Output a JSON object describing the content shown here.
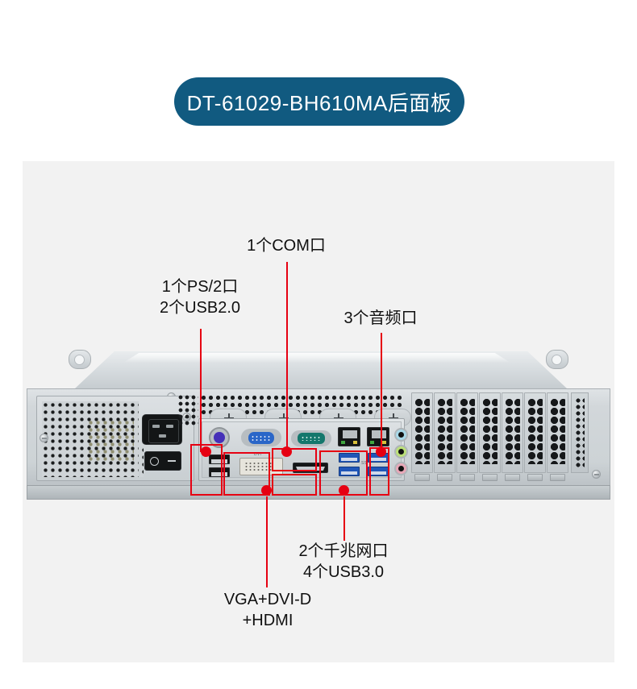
{
  "header": {
    "title": "DT-61029-BH610MA后面板",
    "badge_color": "#115a80",
    "text_color": "#ffffff"
  },
  "panel": {
    "background_color": "#f2f2f2"
  },
  "callouts": {
    "accent_color": "#e60012",
    "items": [
      {
        "id": "com",
        "lines": [
          "1个COM口"
        ],
        "target": "serial-com-port"
      },
      {
        "id": "ps2usb",
        "lines": [
          "1个PS/2口",
          "2个USB2.0"
        ],
        "target": "ps2-and-usb2-group"
      },
      {
        "id": "audio",
        "lines": [
          "3个音频口"
        ],
        "target": "audio-jack-group"
      },
      {
        "id": "lan_usb3",
        "lines": [
          "2个千兆网口",
          "4个USB3.0"
        ],
        "target": "lan-and-usb3-group"
      },
      {
        "id": "video",
        "lines": [
          "VGA+DVI-D",
          "+HDMI"
        ],
        "target": "video-port-group"
      }
    ]
  },
  "labels": {
    "com": "1个COM口",
    "ps2": "1个PS/2口",
    "usb2": "2个USB2.0",
    "audio": "3个音频口",
    "lan": "2个千兆网口",
    "usb3": "4个USB3.0",
    "video_line1": "VGA+DVI-D",
    "video_line2": "+HDMI"
  },
  "device": {
    "name": "rack-mount-industrial-computer-rear-panel",
    "form_factor": "2U",
    "psu": {
      "name": "power-supply-unit",
      "inlet": "IEC-C14",
      "switch_marks": [
        "O",
        "—"
      ]
    },
    "io_ports": [
      {
        "name": "ps2-port",
        "count": 1,
        "color": "#4530b8",
        "label": "PS/2"
      },
      {
        "name": "usb2-port",
        "count": 2,
        "color": "#141617",
        "label": "USB 2.0"
      },
      {
        "name": "vga-port",
        "count": 1,
        "color": "#2a66c8",
        "label": "VGA"
      },
      {
        "name": "dvi-d-port",
        "count": 1,
        "color": "#e6e4dc",
        "label": "DVI"
      },
      {
        "name": "com-port",
        "count": 1,
        "color": "#14776c",
        "label": "COM"
      },
      {
        "name": "hdmi-port",
        "count": 1,
        "color": "#141617",
        "label": "HDMI"
      },
      {
        "name": "rj45-port",
        "count": 2,
        "color": "#131516",
        "label": "LAN"
      },
      {
        "name": "usb3-port",
        "count": 4,
        "color": "#1f56b8",
        "label": "SS USB"
      },
      {
        "name": "audio-jack-line-in",
        "count": 1,
        "color": "#a8d8e8"
      },
      {
        "name": "audio-jack-line-out",
        "count": 1,
        "color": "#bce07a"
      },
      {
        "name": "audio-jack-mic",
        "count": 1,
        "color": "#e8a8b8"
      }
    ],
    "silkscreen": {
      "dvi": "DVI",
      "usb3": "SS",
      "vga": "",
      "lan": ""
    },
    "expansion_slots": 7
  }
}
